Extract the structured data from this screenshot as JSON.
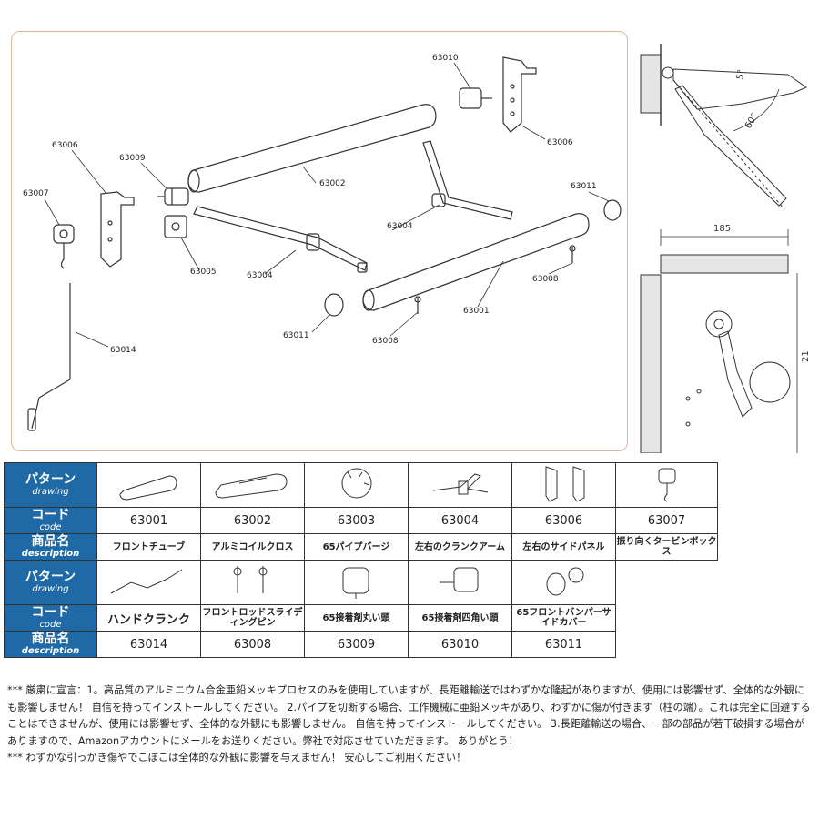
{
  "diagram": {
    "part_labels": {
      "l63010": "63010",
      "l63006a": "63006",
      "l63006b": "63006",
      "l63009": "63009",
      "l63002": "63002",
      "l63011a": "63011",
      "l63011b": "63011",
      "l63007": "63007",
      "l63004a": "63004",
      "l63004b": "63004",
      "l63005": "63005",
      "l63008a": "63008",
      "l63008b": "63008",
      "l63001": "63001",
      "l63014": "63014"
    },
    "detail": {
      "angle_top": "5°",
      "angle_bottom": "60°",
      "dim_width": "185",
      "dim_height": "21"
    }
  },
  "table": {
    "row1": {
      "pattern_jp": "パターン",
      "pattern_en": "drawing",
      "code_jp": "コード",
      "code_en": "code",
      "name_jp": "商品名",
      "name_en": "description",
      "codes": [
        "63001",
        "63002",
        "63003",
        "63004",
        "63006",
        "63007"
      ],
      "names": [
        "フロントチューブ",
        "アルミコイルクロス",
        "65パイプバージ",
        "左右のクランクアーム",
        "左右のサイドパネル",
        "振り向くタービンボックス"
      ]
    },
    "row2": {
      "pattern_jp": "パターン",
      "pattern_en": "drawing",
      "code_jp": "コード",
      "code_en": "code",
      "name_jp": "商品名",
      "name_en": "description",
      "code_line": [
        "ハンドクランク",
        "フロントロッドスライディングピン",
        "65接着剤丸い頭",
        "65接着剤四角い頭",
        "65フロントバンパーサイドカバー"
      ],
      "desc_line": [
        "63014",
        "63008",
        "63009",
        "63010",
        "63011"
      ]
    }
  },
  "notes": {
    "p1": "*** 厳粛に宣言：1。高品質のアルミニウム合金亜鉛メッキプロセスのみを使用していますが、長距離輸送ではわずかな隆起がありますが、使用には影響せず、全体的な外観にも影響しません！ 自信を持ってインストールしてください。 2.パイプを切断する場合、工作機械に亜鉛メッキがあり、わずかに傷が付きます（柱の端）。これは完全に回避することはできませんが、使用には影響せず、全体的な外観にも影響しません。 自信を持ってインストールしてください。 3.長距離輸送の場合、一部の部品が若干破損する場合がありますので、Amazonアカウントにメールをお送りください。弊社で対応させていただきます。 ありがとう！",
    "p2": "*** わずかな引っかき傷やでこぼこは全体的な外観に影響を与えません！ 安心してご利用ください！"
  }
}
